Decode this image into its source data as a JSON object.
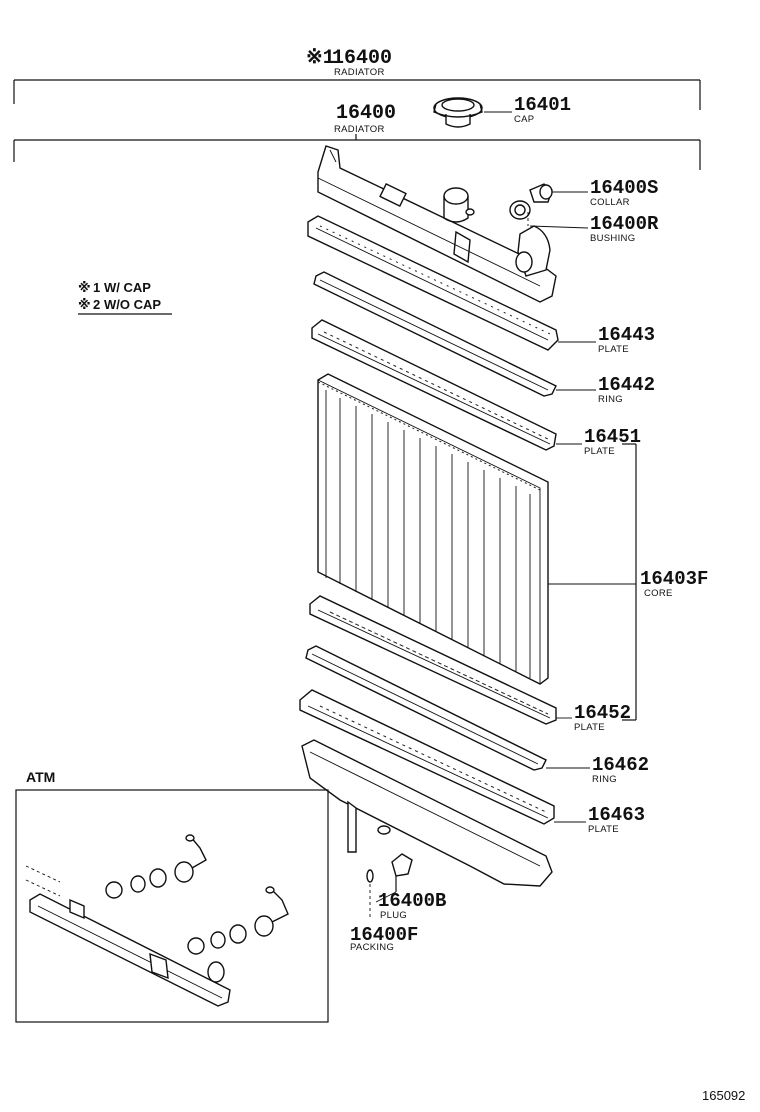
{
  "header": {
    "assembly_with_cap": {
      "mark": "※1",
      "number": "16400",
      "name": "RADIATOR"
    },
    "assembly_without_cap": {
      "number": "16400",
      "name": "RADIATOR"
    }
  },
  "legend": [
    {
      "mark": "※",
      "num": "1",
      "text": "W/ CAP"
    },
    {
      "mark": "※",
      "num": "2",
      "text": "W/O CAP"
    }
  ],
  "parts": [
    {
      "id": "p16401",
      "number": "16401",
      "name": "CAP"
    },
    {
      "id": "p16400S",
      "number": "16400S",
      "name": "COLLAR"
    },
    {
      "id": "p16400R",
      "number": "16400R",
      "name": "BUSHING"
    },
    {
      "id": "p16443",
      "number": "16443",
      "name": "PLATE"
    },
    {
      "id": "p16442",
      "number": "16442",
      "name": "RING"
    },
    {
      "id": "p16451",
      "number": "16451",
      "name": "PLATE"
    },
    {
      "id": "p16403F",
      "number": "16403F",
      "name": "CORE"
    },
    {
      "id": "p16452",
      "number": "16452",
      "name": "PLATE"
    },
    {
      "id": "p16462",
      "number": "16462",
      "name": "RING"
    },
    {
      "id": "p16463",
      "number": "16463",
      "name": "PLATE"
    },
    {
      "id": "p16400B",
      "number": "16400B",
      "name": "PLUG"
    },
    {
      "id": "p16400F",
      "number": "16400F",
      "name": "PACKING"
    }
  ],
  "inset": {
    "label": "ATM"
  },
  "footer": {
    "diagram_code": "165092"
  }
}
